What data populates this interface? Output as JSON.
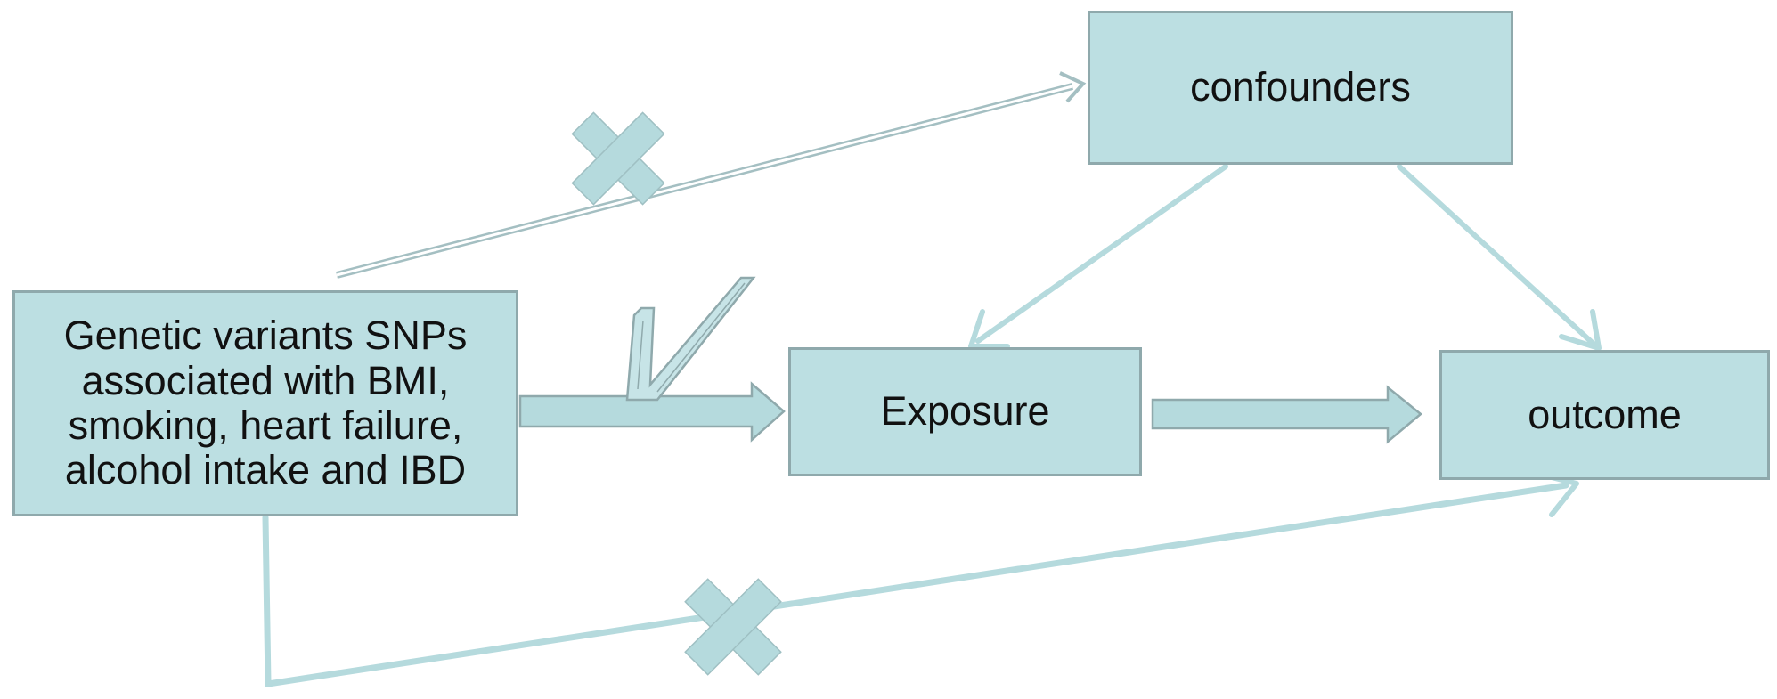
{
  "colors": {
    "box_fill": "#bcdfe2",
    "box_border": "#8fa9ac",
    "arrow": "#b5dadd",
    "arrow_outline": "#8fa9ac",
    "cross": "#b5dadd",
    "text": "#111111"
  },
  "nodes": {
    "genetic": {
      "lines": [
        "Genetic variants SNPs",
        "associated with BMI,",
        "smoking, heart failure,",
        "alcohol intake and IBD"
      ]
    },
    "confounders": {
      "label": "confounders"
    },
    "exposure": {
      "label": "Exposure"
    },
    "outcome": {
      "label": "outcome"
    }
  },
  "edges": [
    {
      "from": "genetic",
      "to": "confounders",
      "style": "double-line",
      "marker": "cross-icon"
    },
    {
      "from": "genetic",
      "to": "exposure",
      "style": "block-arrow",
      "marker": "check-icon"
    },
    {
      "from": "exposure",
      "to": "outcome",
      "style": "block-arrow",
      "marker": "none"
    },
    {
      "from": "confounders",
      "to": "exposure",
      "style": "line-arrow",
      "marker": "none"
    },
    {
      "from": "confounders",
      "to": "outcome",
      "style": "line-arrow",
      "marker": "none"
    },
    {
      "from": "genetic",
      "to": "outcome",
      "style": "line-arrow",
      "marker": "cross-icon"
    }
  ]
}
